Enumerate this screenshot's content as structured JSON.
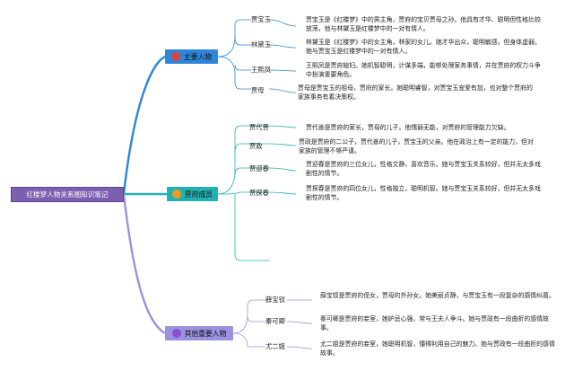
{
  "root": {
    "label": "红楼梦人物关系图知识笔记"
  },
  "branches": [
    {
      "label": "主要人物",
      "icon": "red-circle-icon",
      "color": "#2f86d8",
      "items": [
        {
          "name": "贾宝玉",
          "desc": "贾宝玉是《红楼梦》中的男主角，贾府的宝贝贾母之孙。他具有才华、聪明但性格比较放荡，他与林黛玉是红楼梦中的一对有情人。"
        },
        {
          "name": "林黛玉",
          "desc": "林黛玉是《红楼梦》中的女主角，林家的女儿。她才华出众，聪明敏感，但身体虚弱。她与贾宝玉是红楼梦中的一对有情人。"
        },
        {
          "name": "王熙凤",
          "desc": "王熙凤是贾府媳妇。她机智聪明，计谋多端，能够处理家务事情，并在贾府的权力斗争中扮演重要角色。"
        },
        {
          "name": "贾母",
          "desc": "贾母是贾宝玉的祖母，贾府的家长。她聪明睿智，对贾宝玉宠爱有加，也对整个贾府的家族事务有着决策权。"
        }
      ]
    },
    {
      "label": "贾府成员",
      "icon": "orange-circle-icon",
      "color": "#22b1b3",
      "items": [
        {
          "name": "贾代善",
          "desc": "贾代善是贾府的家长，贾母的儿子。他懦弱无能，对贾府的管理能力欠缺。"
        },
        {
          "name": "贾政",
          "desc": "贾政是贾府的二公子，贾代善的儿子，贾宝玉的父亲。他在政治上有一定的能力，但对家族的管理不够严谨。"
        },
        {
          "name": "贾迎春",
          "desc": "贾迎春是贾府的三位女儿，性格文静，喜欢音乐。她与贾宝玉关系较好，但并无太多戏剧性的情节。"
        },
        {
          "name": "贾探春",
          "desc": "贾探春是贾府的四位女儿，性格独立，聪明机智。她与贾宝玉关系较好，但并无太多戏剧性的情节。"
        }
      ]
    },
    {
      "label": "其他重要人物",
      "icon": "purple-circle-icon",
      "color": "#9c91df",
      "items": [
        {
          "name": "薛宝钗",
          "desc": "薛宝钗是贾府的侄女，贾母的外孙女。她美丽贞静，与贾宝玉有一段复杂的感情纠葛。"
        },
        {
          "name": "秦可卿",
          "desc": "秦可卿是贾府的妾室，她妒忌心强，常与王夫人争斗。她与贾政有一段曲折的感情故事。"
        },
        {
          "name": "尤二姐",
          "desc": "尤二姐是贾府的妾室，她聪明机智，懂得利用自己的魅力。她与贾政有一段曲折的感情故事。"
        }
      ]
    }
  ]
}
